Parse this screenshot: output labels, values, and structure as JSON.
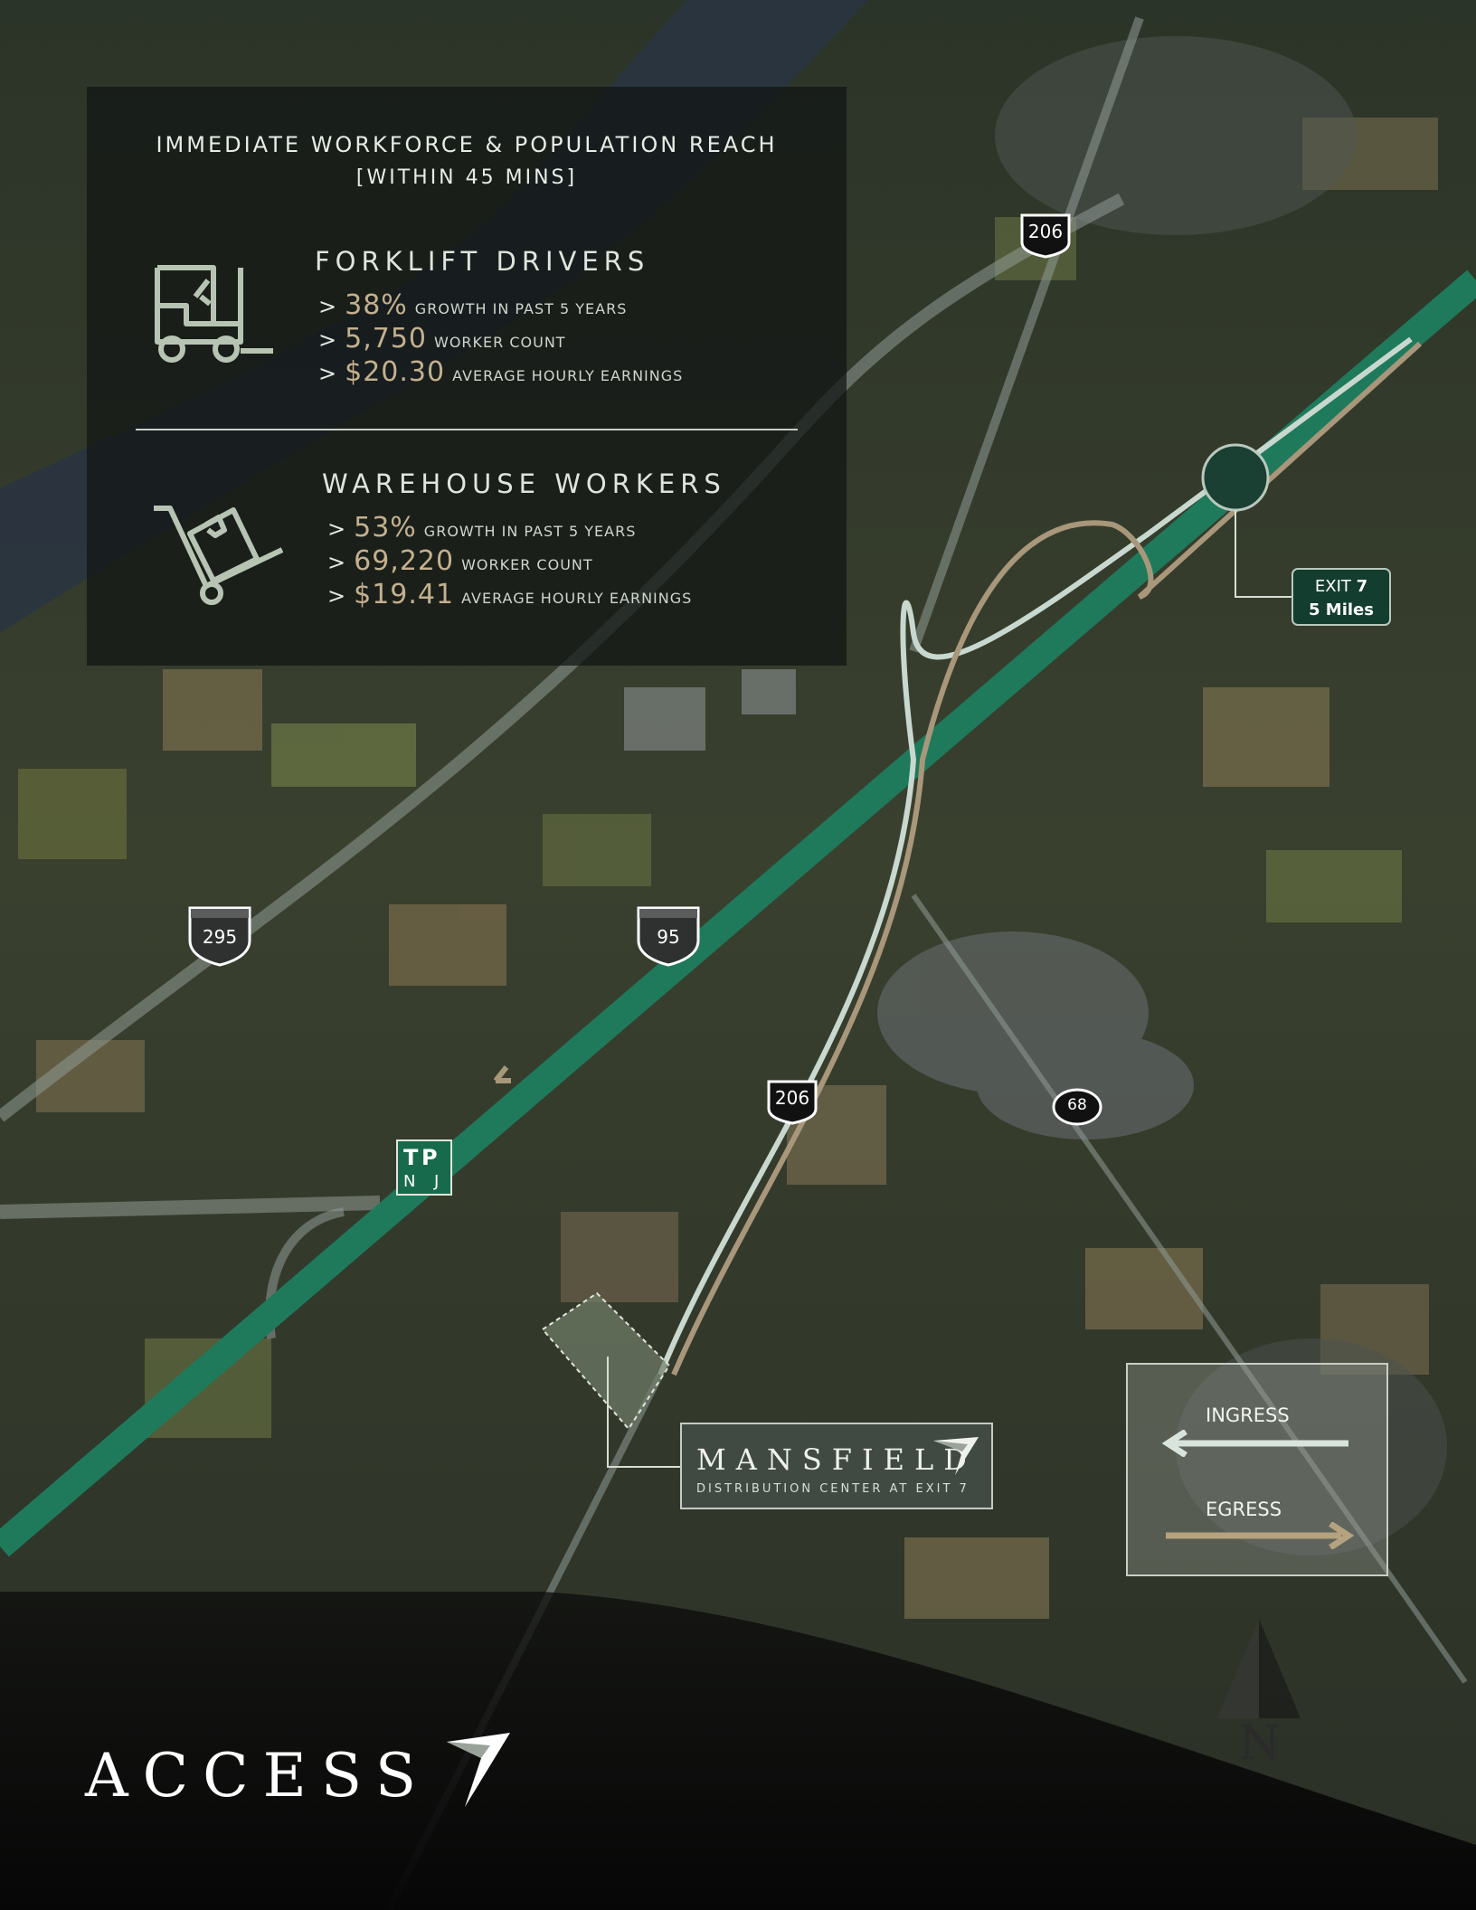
{
  "panel": {
    "title": "IMMEDIATE WORKFORCE & POPULATION REACH",
    "subtitle": "[WITHIN 45 MINS]",
    "categories": [
      {
        "title": "FORKLIFT DRIVERS",
        "icon": "forklift-icon",
        "stats": [
          {
            "value": "38%",
            "label": "GROWTH IN PAST 5 YEARS"
          },
          {
            "value": "5,750",
            "label": "WORKER COUNT"
          },
          {
            "value": "$20.30",
            "label": "AVERAGE HOURLY EARNINGS"
          }
        ]
      },
      {
        "title": "WAREHOUSE WORKERS",
        "icon": "hand-truck-icon",
        "stats": [
          {
            "value": "53%",
            "label": "GROWTH IN PAST 5 YEARS"
          },
          {
            "value": "69,220",
            "label": "WORKER COUNT"
          },
          {
            "value": "$19.41",
            "label": "AVERAGE HOURLY EARNINGS"
          }
        ]
      }
    ]
  },
  "map": {
    "route_shields": [
      "206",
      "295",
      "95",
      "206",
      "68"
    ],
    "turnpike_letters": [
      "T",
      "P",
      "N",
      "J"
    ],
    "exit": {
      "label": "EXIT",
      "number": "7",
      "distance": "5 Miles"
    },
    "site": {
      "title": "MANSFIELD",
      "subtitle": "DISTRIBUTION CENTER AT EXIT 7"
    },
    "legend": {
      "ingress": "INGRESS",
      "egress": "EGRESS"
    },
    "north": "N",
    "colors": {
      "turnpike": "#1f7a5c",
      "ingress": "#c9d8cf",
      "egress": "#a8977a"
    }
  },
  "footer": {
    "brand": "ACCESS"
  }
}
